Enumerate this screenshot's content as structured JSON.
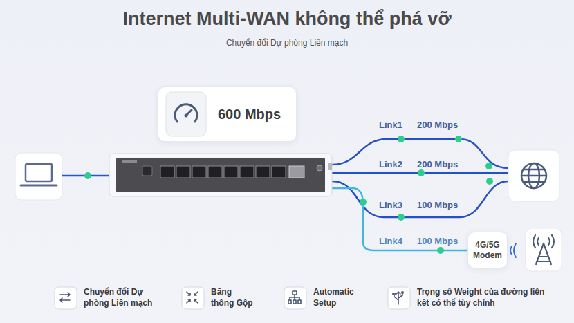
{
  "diagram": {
    "title": "Internet Multi-WAN không thể phá vỡ",
    "nodes": [
      {
        "text": [
          "600 Mbps"
        ]
      },
      {
        "text": [
          "4G/5G Modem"
        ]
      },
      {
        "text": [
          "Chuyển đổi Dự phòng Liền mạch"
        ]
      },
      {
        "text": [
          "Băng thông Gộp"
        ]
      },
      {
        "text": [
          "Automatic Setup"
        ]
      },
      {
        "text": [
          "Trọng số Weight của đường liên kết có thể tùy chỉnh"
        ]
      }
    ],
    "labels": [
      "Chuyển đổi Dự phòng Liền mạch",
      "Link1",
      "200 Mbps",
      "Link2",
      "200 Mbps",
      "Link3",
      "100 Mbps",
      "Link4",
      "100 Mbps"
    ]
  }
}
